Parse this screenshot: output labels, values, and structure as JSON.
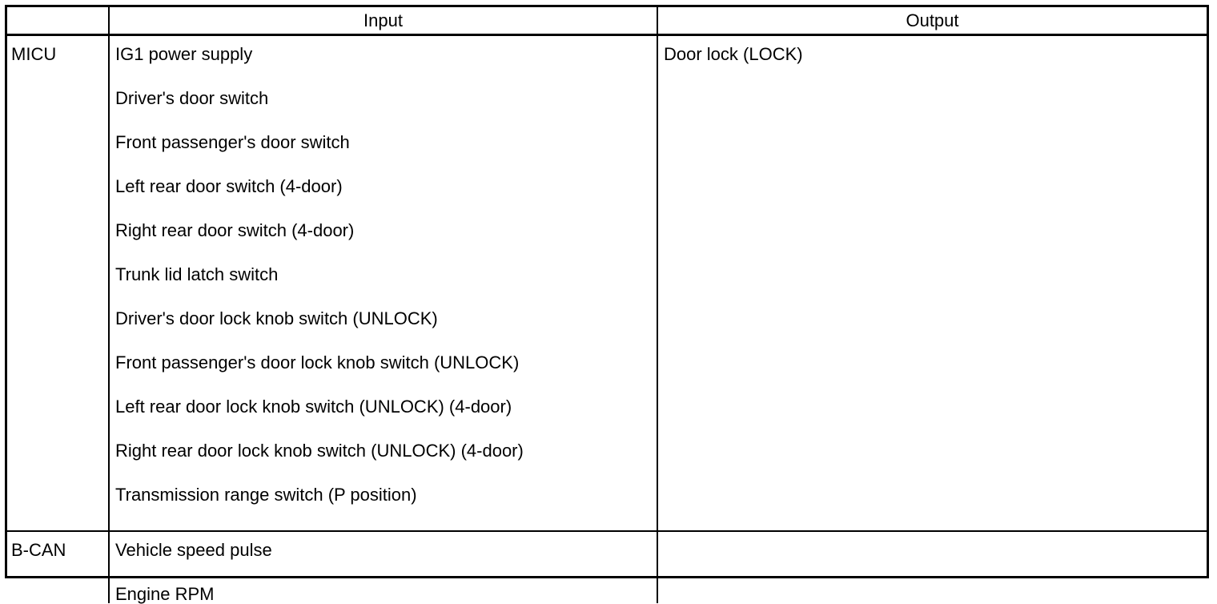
{
  "table": {
    "columns": [
      {
        "key": "module",
        "label": ""
      },
      {
        "key": "input",
        "label": "Input"
      },
      {
        "key": "output",
        "label": "Output"
      }
    ],
    "rows": [
      {
        "module": "MICU",
        "inputs": [
          "IG1 power supply",
          "Driver's door switch",
          "Front passenger's door switch",
          "Left rear door switch (4-door)",
          "Right rear door switch (4-door)",
          "Trunk lid latch switch",
          "Driver's door lock knob switch (UNLOCK)",
          "Front passenger's door lock knob switch (UNLOCK)",
          "Left rear door lock knob switch (UNLOCK) (4-door)",
          "Right rear door lock knob switch (UNLOCK) (4-door)",
          "Transmission range switch (P position)"
        ],
        "outputs": [
          "Door lock (LOCK)"
        ]
      },
      {
        "module": "B-CAN",
        "inputs": [
          "Vehicle speed pulse",
          "Engine RPM"
        ],
        "outputs": []
      }
    ]
  },
  "style": {
    "border_color": "#000000",
    "text_color": "#000000",
    "background": "#ffffff"
  }
}
